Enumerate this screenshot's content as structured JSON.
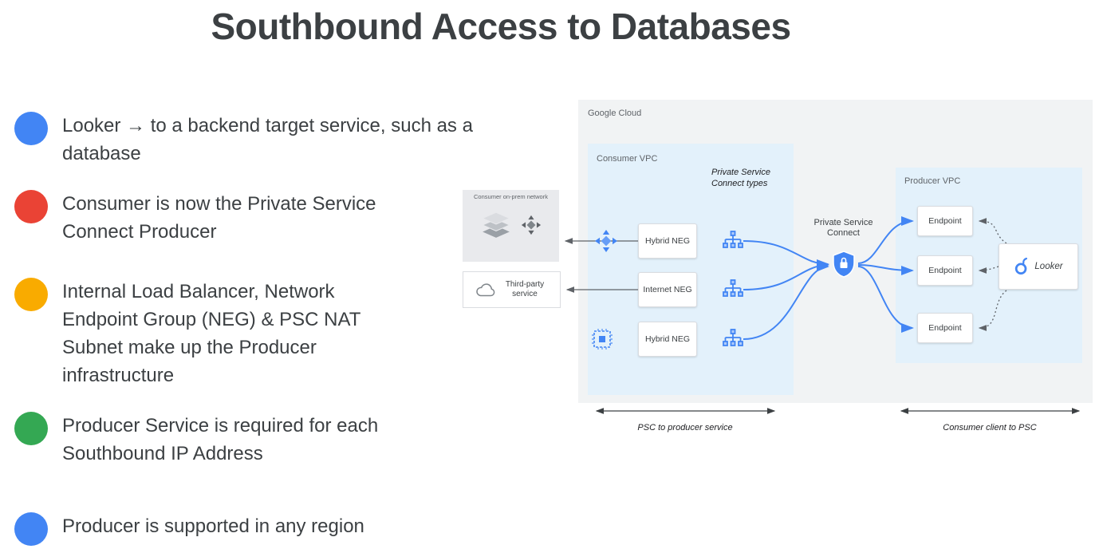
{
  "title": "Southbound Access to Databases",
  "bullets": [
    {
      "color": "#4285F4",
      "text": "Looker → to a backend target service, such as a database"
    },
    {
      "color": "#EA4335",
      "text": "Consumer is now the Private Service Connect Producer"
    },
    {
      "color": "#F9AB00",
      "text": "Internal Load Balancer, Network Endpoint Group (NEG) & PSC NAT Subnet make up the Producer infrastructure"
    },
    {
      "color": "#34A853",
      "text": "Producer Service is required for each Southbound IP Address"
    },
    {
      "color": "#4285F4",
      "text": "Producer is supported in any region"
    }
  ],
  "diagram": {
    "google_cloud_label": "Google Cloud",
    "consumer_vpc": {
      "label": "Consumer VPC",
      "psc_types_label": "Private Service Connect types",
      "negs": [
        {
          "label": "Hybrid NEG"
        },
        {
          "label": "Internet NEG"
        },
        {
          "label": "Hybrid NEG"
        }
      ]
    },
    "psc": {
      "label": "Private Service Connect"
    },
    "producer_vpc": {
      "label": "Producer VPC",
      "endpoints": [
        {
          "label": "Endpoint"
        },
        {
          "label": "Endpoint"
        },
        {
          "label": "Endpoint"
        }
      ],
      "looker_label": "Looker"
    },
    "external": {
      "on_prem_label": "Consumer on-prem network",
      "third_party_label": "Third-party service"
    },
    "captions": {
      "left": "PSC to producer service",
      "right": "Consumer client to PSC"
    },
    "colors": {
      "blue": "#4285F4",
      "gray_fill": "#F1F3F4",
      "vpc_fill": "#E3F1FB"
    }
  }
}
